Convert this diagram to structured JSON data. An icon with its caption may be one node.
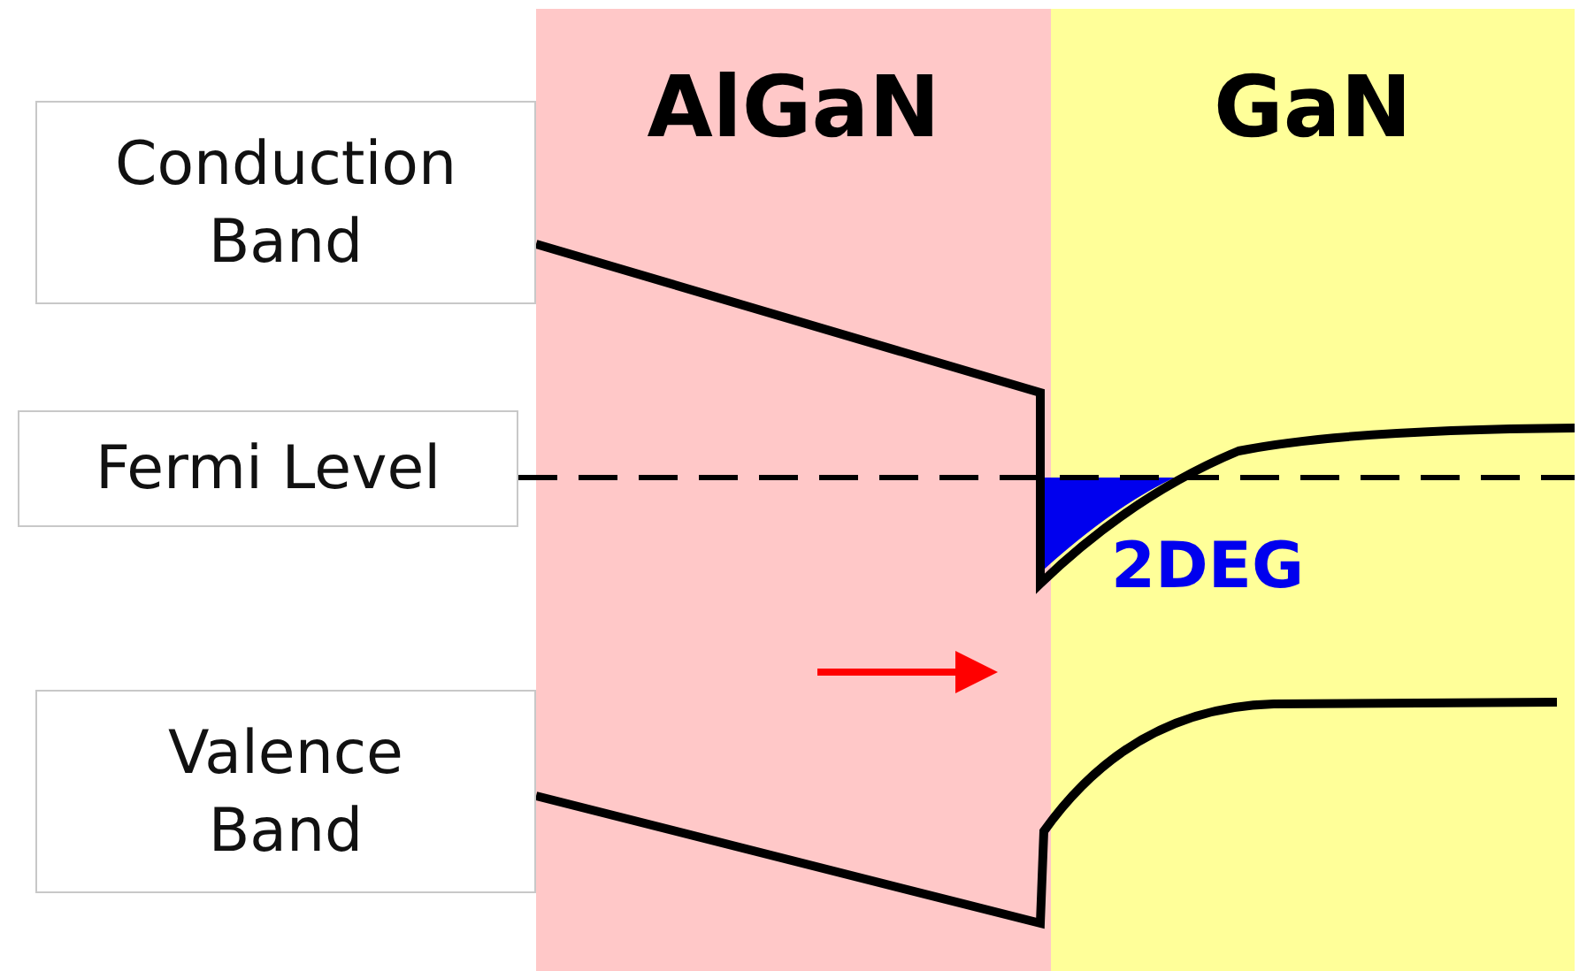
{
  "diagram": {
    "nodes": [
      {
        "text": [
          "AlGaN"
        ]
      },
      {
        "text": [
          "GaN"
        ]
      },
      {
        "text": [
          "Conduction Band"
        ]
      },
      {
        "text": [
          "Fermi Level"
        ]
      },
      {
        "text": [
          "Valence Band"
        ]
      }
    ],
    "labels": [
      "2DEG"
    ]
  }
}
